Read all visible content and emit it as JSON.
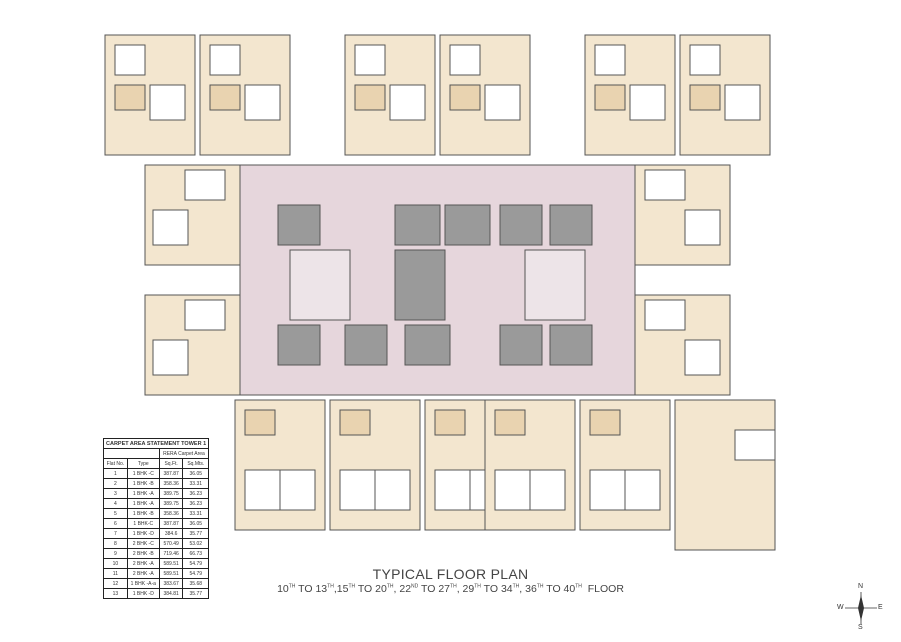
{
  "plan": {
    "title": "TYPICAL FLOOR PLAN",
    "floors": [
      {
        "n": "10",
        "s": "TH"
      },
      {
        "t": " TO "
      },
      {
        "n": "13",
        "s": "TH"
      },
      {
        "t": ","
      },
      {
        "n": "15",
        "s": "TH"
      },
      {
        "t": " TO "
      },
      {
        "n": "20",
        "s": "TH"
      },
      {
        "t": ", "
      },
      {
        "n": "22",
        "s": "ND"
      },
      {
        "t": " TO "
      },
      {
        "n": "27",
        "s": "TH"
      },
      {
        "t": ", "
      },
      {
        "n": "29",
        "s": "TH"
      },
      {
        "t": " TO "
      },
      {
        "n": "34",
        "s": "TH"
      },
      {
        "t": ", "
      },
      {
        "n": "36",
        "s": "TH"
      },
      {
        "t": " TO "
      },
      {
        "n": "40",
        "s": "TH"
      },
      {
        "t": "  FLOOR"
      }
    ],
    "colors": {
      "corridor": "#e6d6dc",
      "unit": "#f3e6cf",
      "wall": "#555555",
      "lift": "#9a9a9a"
    }
  },
  "table": {
    "title": "CARPET AREA STATEMENT TOWER 1",
    "group_header": "RERA Carpet Area",
    "headers": [
      "Flat No.",
      "Type",
      "Sq.Ft.",
      "Sq.Mts."
    ],
    "rows": [
      [
        "1",
        "1 BHK -C",
        "387.87",
        "36.05"
      ],
      [
        "2",
        "1 BHK -B",
        "358.36",
        "33.31"
      ],
      [
        "3",
        "1 BHK -A",
        "389.75",
        "36.23"
      ],
      [
        "4",
        "1 BHK -A",
        "389.75",
        "36.23"
      ],
      [
        "5",
        "1 BHK -B",
        "358.36",
        "33.31"
      ],
      [
        "6",
        "1 BHK-C",
        "387.87",
        "36.05"
      ],
      [
        "7",
        "1 BHK -D",
        "384.6",
        "35.77"
      ],
      [
        "8",
        "2 BHK -C",
        "570.49",
        "53.02"
      ],
      [
        "9",
        "2 BHK -B",
        "719.46",
        "66.73"
      ],
      [
        "10",
        "2 BHK -A",
        "589.51",
        "54.79"
      ],
      [
        "11",
        "2 BHK -A",
        "589.51",
        "54.79"
      ],
      [
        "12",
        "1 BHK -A-a",
        "383.67",
        "35.68"
      ],
      [
        "13",
        "1 BHK -D",
        "384.81",
        "35.77"
      ]
    ]
  },
  "compass": {
    "n": "N",
    "s": "S",
    "e": "E",
    "w": "W"
  }
}
